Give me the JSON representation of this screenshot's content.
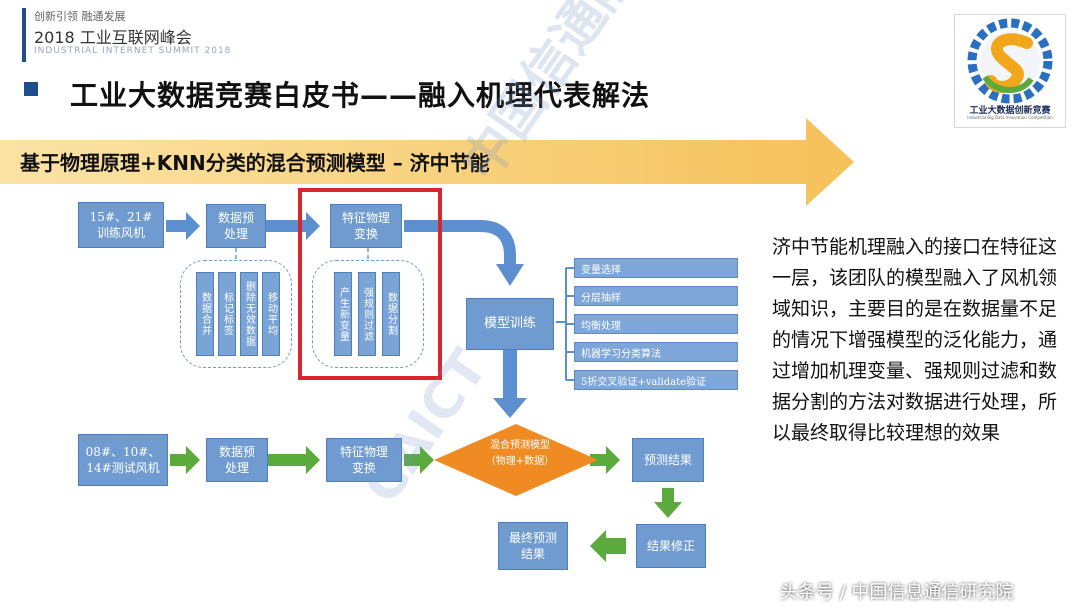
{
  "header": {
    "tagline": "创新引领  融通发展",
    "summit": "2018 工业互联网峰会",
    "summit_en": "INDUSTRIAL INTERNET SUMMIT 2018"
  },
  "title": "工业大数据竞赛白皮书——融入机理代表解法",
  "logo": {
    "name": "工业大数据创新竞赛",
    "name_en": "Industrial Big Data Innovation Competition"
  },
  "banner": "基于物理原理+KNN分类的混合预测模型 – 济中节能",
  "diagram": {
    "train_input": "15#、21#\n训练风机",
    "preprocess": "数据预\n处理",
    "feature_transform": "特征物理\n变换",
    "preprocess_items": [
      "数据合并",
      "标记标签",
      "删除无效数据",
      "移动平均"
    ],
    "feature_items": [
      "产生新变量",
      "强规则过滤",
      "数据分割"
    ],
    "model_train": "模型训练",
    "train_steps": [
      "变量选择",
      "分层抽样",
      "均衡处理",
      "机器学习分类算法",
      "5折交叉验证+validate验证"
    ],
    "test_input": "08#、10#、\n14#测试风机",
    "test_preprocess": "数据预\n处理",
    "test_feature_transform": "特征物理\n变换",
    "hybrid_model": "混合预测模型",
    "hybrid_model_sub": "（物理+数据）",
    "prediction": "预测结果",
    "correction": "结果修正",
    "final": "最终预测\n结果"
  },
  "description": "济中节能机理融入的接口在特征这一层，该团队的模型融入了风机领域知识，主要目的是在数据量不足的情况下增强模型的泛化能力，通过增加机理变量、强规则过滤和数据分割的方法对数据进行处理，所以最终取得比较理想的效果",
  "footer": "头条号 / 中国信息通信研究院",
  "watermark": [
    "中国信通院",
    "CAICT"
  ],
  "colors": {
    "box": "#6f9bd1",
    "arrow_blue": "#5b8fd0",
    "arrow_green": "#5aaa3c",
    "diamond": "#f08a22",
    "highlight": "#d9252d",
    "banner": "#f6c463"
  }
}
